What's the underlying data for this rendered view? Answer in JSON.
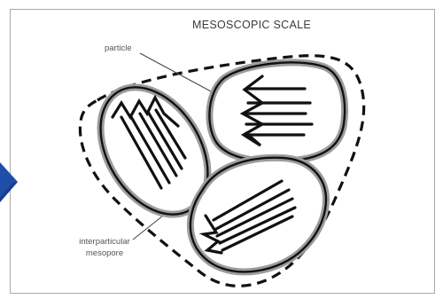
{
  "diagram": {
    "title": "MESOSCOPIC SCALE",
    "labels": {
      "particle": "particle",
      "mesopore": "interparticular mesopore"
    },
    "colors": {
      "outline": "#111111",
      "halo": "#9c9c9c",
      "nav_arrow": "#1e4ea8",
      "frame": "#a8a8a8"
    }
  }
}
